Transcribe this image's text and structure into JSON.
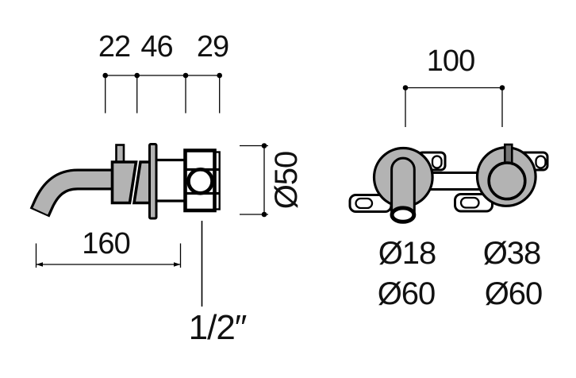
{
  "drawing": {
    "side_view": {
      "dims_top": {
        "d1": "22",
        "d2": "46",
        "d3": "29"
      },
      "dim_body_diameter": "Ø50",
      "dim_spout_length": "160",
      "dim_connection": "1/2″"
    },
    "front_view": {
      "dim_centers_spacing": "100",
      "dim_spout_outlet": "Ø18",
      "dim_handle": "Ø38",
      "dim_left_flange": "Ø60",
      "dim_right_flange": "Ø60"
    },
    "colors": {
      "metal_gray": "#b3b3b3",
      "line_black": "#000000",
      "background": "#ffffff"
    }
  }
}
